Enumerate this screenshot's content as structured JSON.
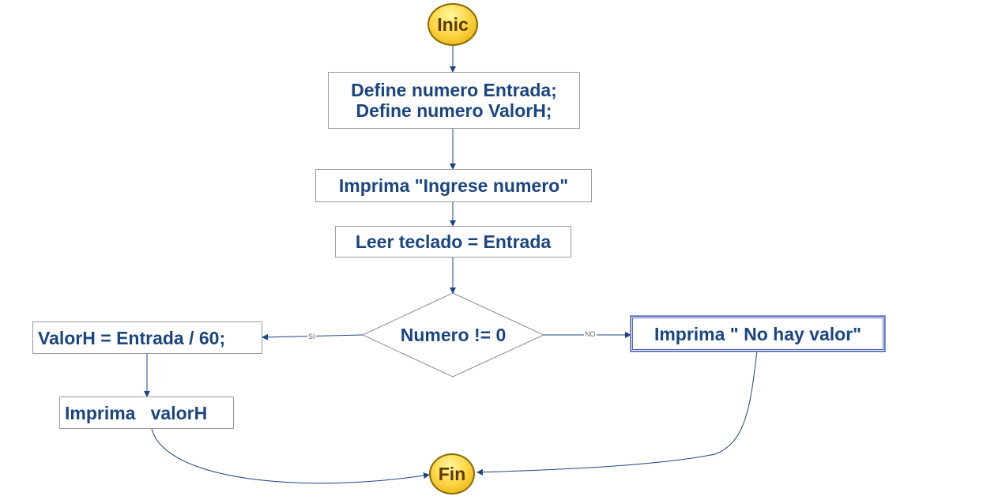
{
  "flowchart": {
    "start": "Inic",
    "end": "Fin",
    "declare": [
      "Define numero Entrada;",
      "Define numero ValorH;"
    ],
    "prompt": "Imprima \"Ingrese numero\"",
    "read": "Leer teclado = Entrada",
    "decision": "Numero != 0",
    "yes_branch": {
      "label": "SI",
      "assign": "ValorH = Entrada / 60;",
      "print": "Imprima   valorH"
    },
    "no_branch": {
      "label": "NO",
      "print": "Imprima \" No hay valor\""
    }
  },
  "colors": {
    "text": "#1a4580",
    "line": "#1a4580",
    "terminal_fill": "#ffd84a",
    "selected_border": "#4a5fb4"
  }
}
